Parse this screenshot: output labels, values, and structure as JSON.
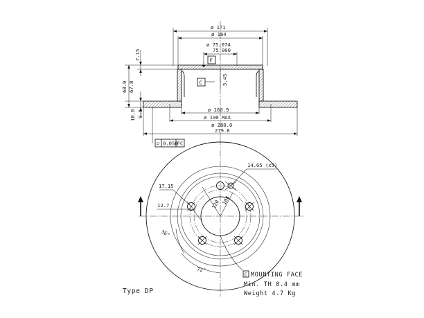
{
  "type_label": "Type DP",
  "section_view": {
    "dimensions": {
      "d171": "ø 171",
      "d164": "ø 164",
      "d75_074": "ø  75.074",
      "d75_000": "75.000",
      "d160_9": "ø 160.9",
      "d190": "ø 190 MAX",
      "d280": "ø 280.0",
      "d279_8": "279.8",
      "h7_15": "7.15",
      "h68_0": "68.0",
      "h67_8": "67.8",
      "h10_0": "10.0",
      "h9_6": "9.6",
      "h5_45": "5.45"
    },
    "datums": {
      "f": "F",
      "c": "C"
    },
    "tolerance": {
      "symbol": "⌭",
      "value": "0.050",
      "ref": "FC"
    }
  },
  "face_view": {
    "dimensions": {
      "holes": "14.65 (x5)",
      "d17_15": "17.15",
      "d12_7": "12.7",
      "pcd120": "120",
      "pcd104": "104",
      "angle36": "36°",
      "angle72": "72°"
    }
  },
  "notes": {
    "mounting_marker": "C",
    "mounting_face": "MOUNTING FACE",
    "min_th": "Min. TH 8.4 mm",
    "weight": "Weight 4.7 Kg"
  }
}
